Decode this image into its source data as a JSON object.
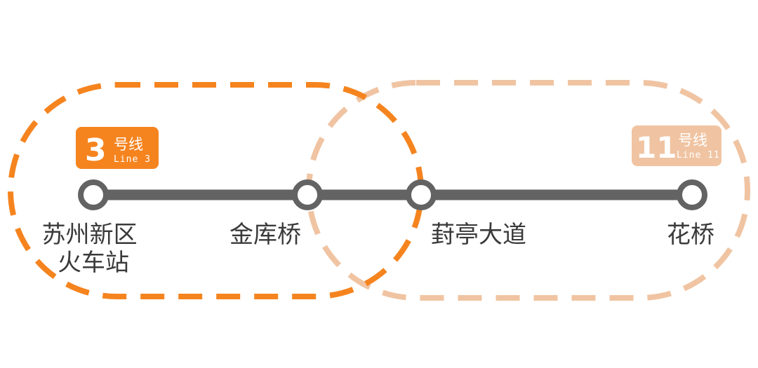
{
  "colors": {
    "line3": "#f5841f",
    "line11": "#f0c4a2",
    "track": "#636363",
    "station_fill": "#ffffff",
    "label_text": "#3a3a3a"
  },
  "lines": [
    {
      "number": "3",
      "name_cn": "号线",
      "name_en": "Line 3",
      "color": "#f5841f"
    },
    {
      "number": "11",
      "name_cn": "号线",
      "name_en": "Line 11",
      "color": "#f0c4a2"
    }
  ],
  "stations": [
    {
      "name_lines": [
        "苏州新区",
        "火车站"
      ]
    },
    {
      "name_lines": [
        "金库桥"
      ]
    },
    {
      "name_lines": [
        "葑亭大道"
      ]
    },
    {
      "name_lines": [
        "花桥"
      ]
    }
  ]
}
